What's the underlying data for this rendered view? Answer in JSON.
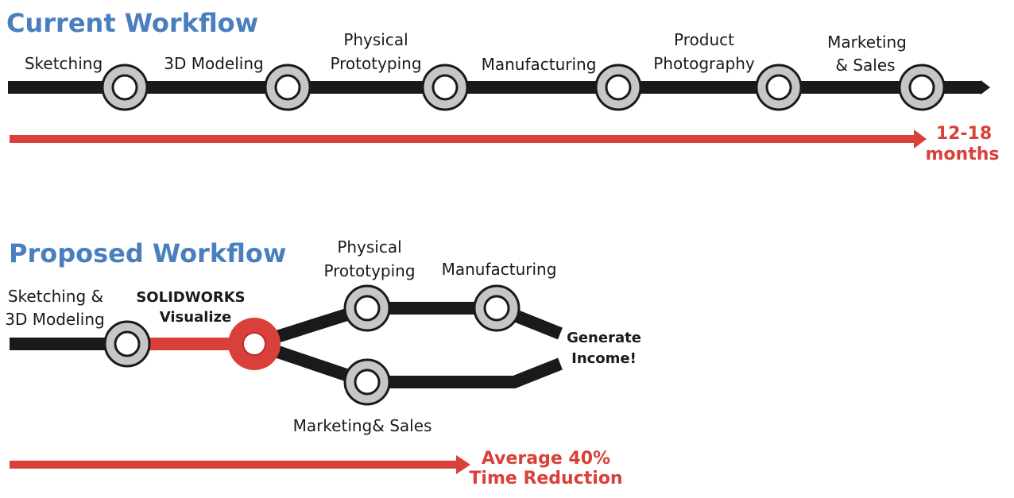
{
  "current": {
    "title": "Current Workflow",
    "steps": [
      {
        "line1": "Sketching",
        "line2": ""
      },
      {
        "line1": "3D Modeling",
        "line2": ""
      },
      {
        "line1": "Physical",
        "line2": "Prototyping"
      },
      {
        "line1": "Manufacturing",
        "line2": ""
      },
      {
        "line1": "Product",
        "line2": "Photography"
      },
      {
        "line1": "Marketing",
        "line2": "& Sales"
      }
    ],
    "duration_line1": "12-18",
    "duration_line2": "months"
  },
  "proposed": {
    "title": "Proposed Workflow",
    "sketching_line1": "Sketching &",
    "sketching_line2": "3D Modeling",
    "visualize_line1": "SOLIDWORKS",
    "visualize_line2": "Visualize",
    "prototyping_line1": "Physical",
    "prototyping_line2": "Prototyping",
    "manufacturing": "Manufacturing",
    "marketing": "Marketing& Sales",
    "income_line1": "Generate",
    "income_line2": "Income!",
    "reduction_line1": "Average 40%",
    "reduction_line2": "Time Reduction"
  },
  "colors": {
    "title_blue": "#4a7fbd",
    "track_black": "#1a1a1a",
    "accent_red": "#d9403a",
    "node_gray": "#c6c6c6"
  }
}
